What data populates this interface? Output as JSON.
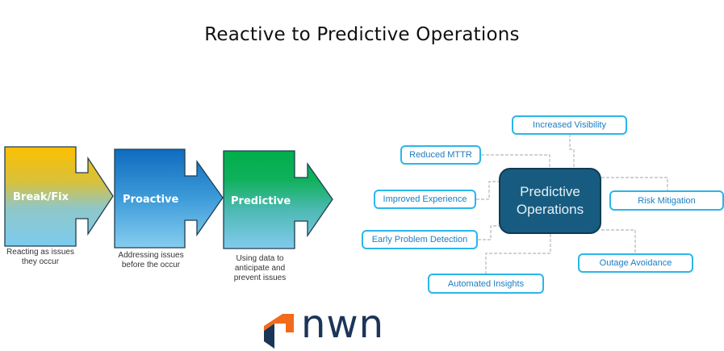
{
  "title": "Reactive to Predictive Operations",
  "stages": [
    {
      "label": "Break/Fix",
      "caption_lines": [
        "Reacting as issues",
        "they occur"
      ],
      "gradient": [
        "#fdbf00",
        "#7fc6ea",
        "#5fbbe6"
      ]
    },
    {
      "label": "Proactive",
      "caption_lines": [
        "Addressing issues",
        "before the occur"
      ],
      "gradient": [
        "#0f6bbf",
        "#4aa6df",
        "#7fcaee"
      ]
    },
    {
      "label": "Predictive",
      "caption_lines": [
        "Using data to",
        "anticipate and",
        "prevent issues"
      ],
      "gradient": [
        "#00ae4b",
        "#2fb58e",
        "#77c6ea"
      ]
    }
  ],
  "mindmap": {
    "center_lines": [
      "Predictive",
      "Operations"
    ],
    "nodes": [
      {
        "id": "increased-visibility",
        "label": "Increased Visibility"
      },
      {
        "id": "reduced-mttr",
        "label": "Reduced MTTR"
      },
      {
        "id": "improved-experience",
        "label": "Improved Experience"
      },
      {
        "id": "risk-mitigation",
        "label": "Risk Mitigation"
      },
      {
        "id": "early-problem-detection",
        "label": "Early Problem Detection"
      },
      {
        "id": "outage-avoidance",
        "label": "Outage Avoidance"
      },
      {
        "id": "automated-insights",
        "label": "Automated Insights"
      }
    ]
  },
  "colors": {
    "accent_blue": "#2ab6ea",
    "node_text": "#1c7ec2",
    "hub_fill": "#175c80",
    "connector": "#b8b8b8",
    "arrow_outline": "#1f3f4f",
    "logo_orange": "#f26a1b",
    "logo_navy": "#1b3557"
  },
  "logo": {
    "text": "nwn"
  }
}
